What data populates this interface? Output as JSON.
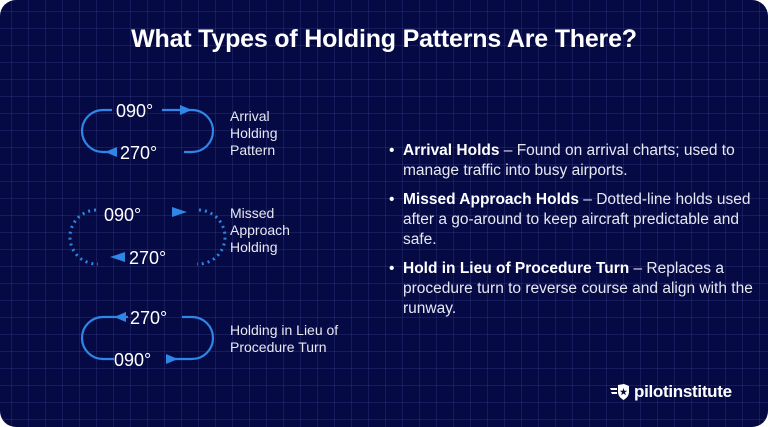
{
  "title": "What Types of Holding Patterns Are There?",
  "colors": {
    "background": "#050a45",
    "accent_blue": "#2f86e6",
    "text": "#ffffff"
  },
  "diagrams": [
    {
      "label": [
        "Arrival",
        "Holding",
        "Pattern"
      ],
      "top_heading": "090°",
      "bottom_heading": "270°",
      "line_style": "solid"
    },
    {
      "label": [
        "Missed",
        "Approach",
        "Holding"
      ],
      "top_heading": "090°",
      "bottom_heading": "270°",
      "line_style": "dotted"
    },
    {
      "label": [
        "Holding in Lieu of",
        "Procedure Turn"
      ],
      "top_heading": "270°",
      "bottom_heading": "090°",
      "line_style": "solid"
    }
  ],
  "bullets": [
    {
      "term": "Arrival Holds",
      "text": " – Found on arrival charts; used to manage traffic into busy airports."
    },
    {
      "term": "Missed Approach Holds",
      "text": " – Dotted-line holds used after a go-around to keep aircraft predictable and safe."
    },
    {
      "term": "Hold in Lieu of Procedure Turn",
      "text": " – Replaces a procedure turn to reverse course and align with the runway."
    }
  ],
  "logo": {
    "icon": "winged-shield-star-icon",
    "text": "pilotinstitute"
  }
}
